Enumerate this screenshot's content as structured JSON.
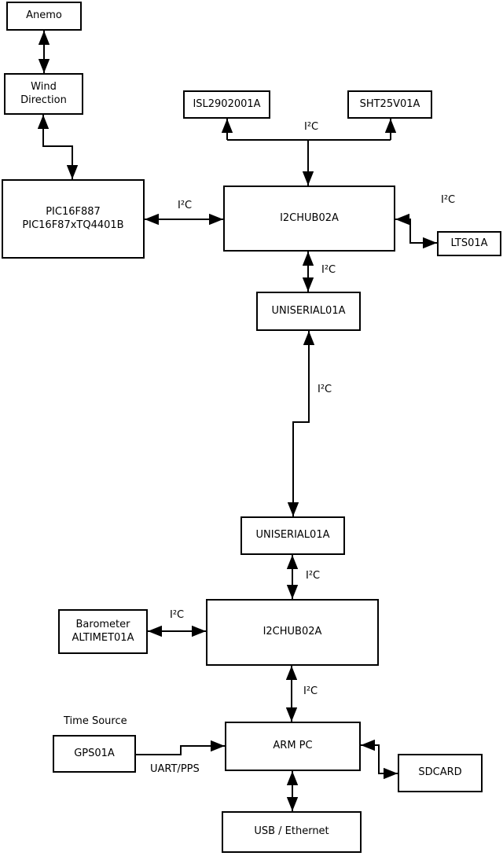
{
  "diagram": {
    "nodes": {
      "anemo": {
        "label": "Anemo"
      },
      "wind": {
        "label": "Wind\nDirection"
      },
      "pic": {
        "label": "PIC16F887\nPIC16F87xTQ4401B"
      },
      "isl": {
        "label": "ISL2902001A"
      },
      "sht": {
        "label": "SHT25V01A"
      },
      "hub1": {
        "label": "I2CHUB02A"
      },
      "lts": {
        "label": "LTS01A"
      },
      "uniserial1": {
        "label": "UNISERIAL01A"
      },
      "uniserial2": {
        "label": "UNISERIAL01A"
      },
      "hub2": {
        "label": "I2CHUB02A"
      },
      "barometer": {
        "label": "Barometer\nALTIMET01A"
      },
      "gps": {
        "label": "GPS01A"
      },
      "armpc": {
        "label": "ARM PC"
      },
      "sdcard": {
        "label": "SDCARD"
      },
      "usb": {
        "label": "USB / Ethernet"
      }
    },
    "edge_labels": {
      "i2c_sensors": "I²C",
      "i2c_pic_hub1": "I²C",
      "i2c_hub1_lts": "I²C",
      "i2c_hub1_uniserial": "I²C",
      "i2c_uniserial_link": "I²C",
      "i2c_uniserial_hub2": "I²C",
      "i2c_baro_hub2": "I²C",
      "i2c_hub2_armpc": "I²C",
      "time_source": "Time Source",
      "uart_pps": "UART/PPS"
    },
    "colors": {
      "line": "#000000",
      "background": "#ffffff",
      "text": "#000000"
    }
  }
}
